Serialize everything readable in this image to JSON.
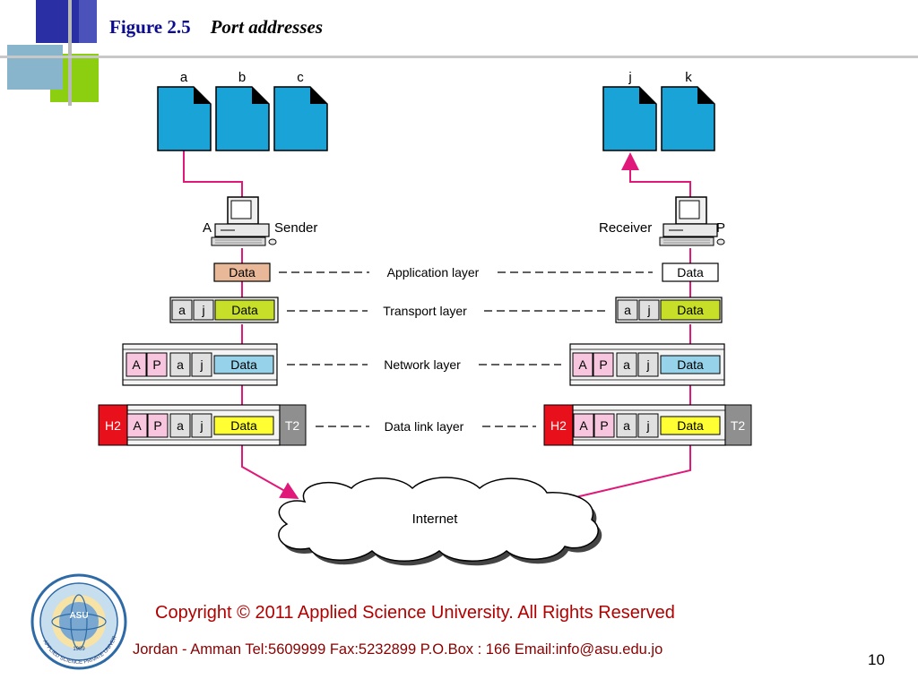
{
  "title": {
    "figure": "Figure 2.5",
    "caption": "Port addresses"
  },
  "sender": {
    "files": [
      "a",
      "b",
      "c"
    ],
    "host_label": "A",
    "role_label": "Sender"
  },
  "receiver": {
    "files": [
      "j",
      "k"
    ],
    "role_label": "Receiver",
    "host_label": "P"
  },
  "layers": {
    "application": "Application layer",
    "transport": "Transport layer",
    "network": "Network layer",
    "datalink": "Data link layer"
  },
  "packet": {
    "data": "Data",
    "src_port": "a",
    "dst_port": "j",
    "src_logical": "A",
    "dst_logical": "P",
    "header2": "H2",
    "trailer2": "T2"
  },
  "internet_label": "Internet",
  "colors": {
    "file_fill": "#1aa3d6",
    "link_line": "#e0187a",
    "app_data": "#e8b898",
    "transport_data": "#c8df2a",
    "network_data": "#96d2ea",
    "datalink_data": "#ffff33",
    "header_red": "#e8111b",
    "trailer_gray": "#8f8f8f",
    "port_pink": "#f7c6de",
    "title_blue": "#0b0b8f",
    "copyright_red": "#b00000"
  },
  "footer": {
    "copyright": "Copyright  © 2011 Applied Science University. All Rights Reserved",
    "contact": "Jordan - Amman Tel:5609999 Fax:5232899 P.O.Box : 166   Email:info@asu.edu.jo",
    "page_number": "10",
    "logo_year": "1989",
    "logo_abbrev": "ASU",
    "logo_name": "APPLIED SCIENCE PRIVATE UNIVERSITY"
  }
}
